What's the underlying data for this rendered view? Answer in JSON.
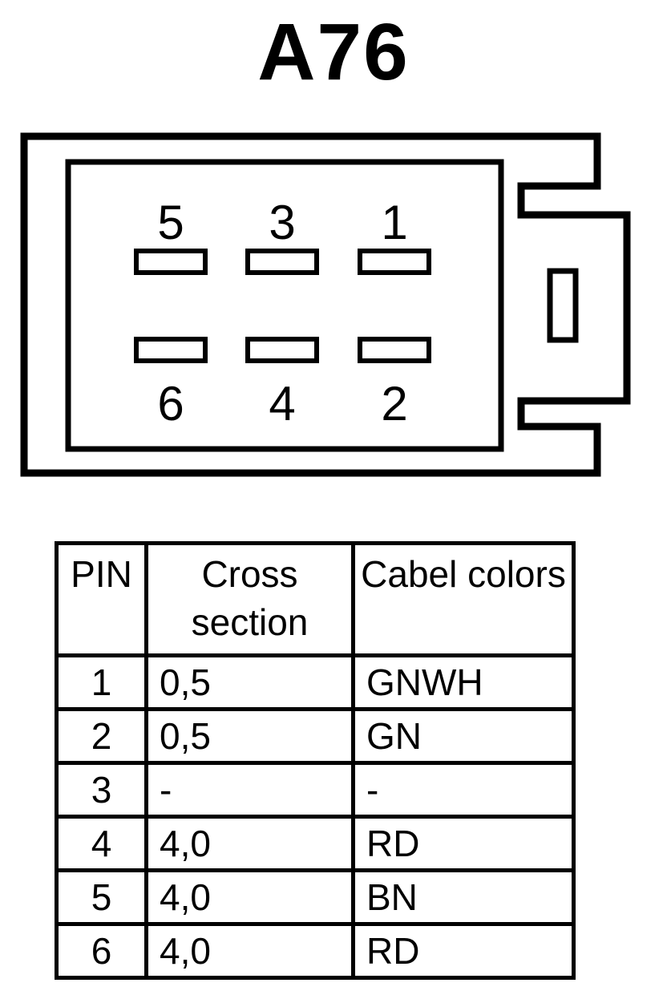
{
  "title": "A76",
  "connector": {
    "pins_top": [
      "5",
      "3",
      "1"
    ],
    "pins_bottom": [
      "6",
      "4",
      "2"
    ]
  },
  "pin_table": {
    "headers": [
      "PIN",
      "Cross section",
      "Cabel colors"
    ],
    "rows": [
      [
        "1",
        "0,5",
        "GNWH"
      ],
      [
        "2",
        "0,5",
        "GN"
      ],
      [
        "3",
        "-",
        "-"
      ],
      [
        "4",
        "4,0",
        "RD"
      ],
      [
        "5",
        "4,0",
        "BN"
      ],
      [
        "6",
        "4,0",
        "RD"
      ]
    ]
  },
  "colors": {
    "line": "#000000",
    "background": "#ffffff"
  }
}
